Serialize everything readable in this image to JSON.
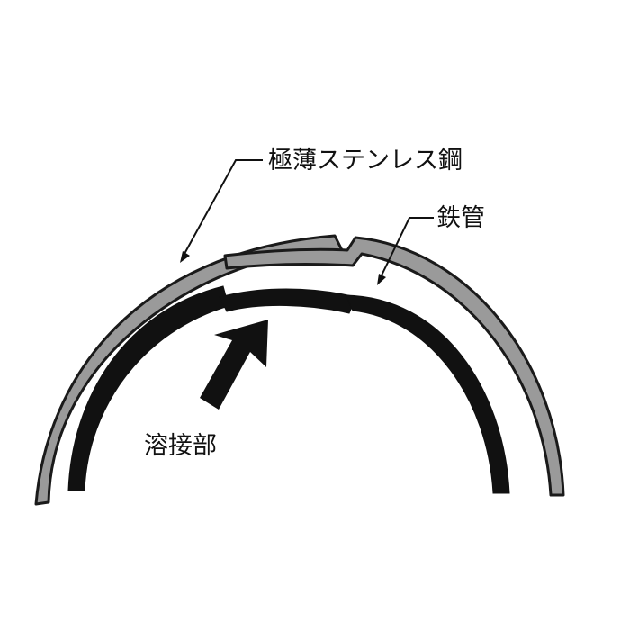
{
  "labels": {
    "stainless_steel": "極薄ステンレス鋼",
    "iron_pipe": "鉄管",
    "weld": "溶接部"
  },
  "colors": {
    "stainless_fill": "#9a9a9a",
    "outline": "#1a1a1a",
    "iron_pipe": "#111111",
    "background": "#ffffff"
  }
}
